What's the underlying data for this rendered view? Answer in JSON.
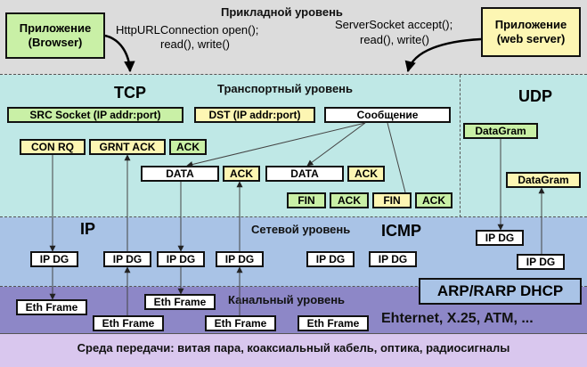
{
  "layers": {
    "application": "Прикладной уровень",
    "transport": "Транспортный уровень",
    "network": "Сетевой уровень",
    "link": "Канальный уровень",
    "media": "Среда передачи: витая пара, коаксиальный кабель, оптика, радиосигналы"
  },
  "apps": {
    "browser_line1": "Приложение",
    "browser_line2": "(Browser)",
    "server_line1": "Приложение",
    "server_line2": "(web server)",
    "client_calls_line1": "HttpURLConnection open();",
    "client_calls_line2": "read(), write()",
    "server_calls_line1": "ServerSocket accept();",
    "server_calls_line2": "read(), write()"
  },
  "tcp": {
    "title": "TCP",
    "src_socket": "SRC Socket (IP addr:port)",
    "dst_socket": "DST (IP addr:port)",
    "message": "Сообщение",
    "con_rq": "CON RQ",
    "grnt_ack": "GRNT ACK",
    "ack": "ACK",
    "data": "DATA",
    "fin": "FIN"
  },
  "udp": {
    "title": "UDP",
    "datagram": "DataGram"
  },
  "ip": {
    "title": "IP",
    "icmp": "ICMP",
    "ipdg": "IP DG"
  },
  "link": {
    "arp": "ARP/RARP DHCP",
    "ethernet": "Ehternet, X.25, ATM, ...",
    "eth_frame": "Eth Frame"
  }
}
